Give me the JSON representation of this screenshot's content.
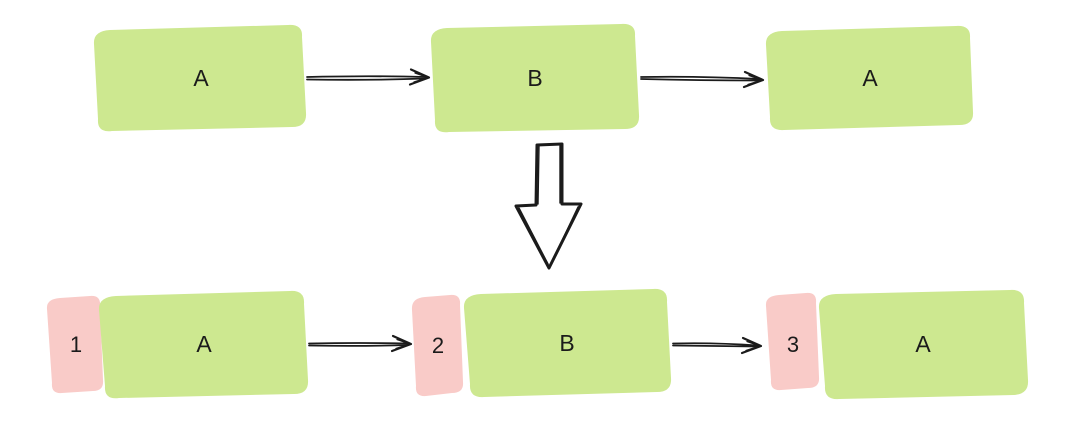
{
  "diagram": {
    "colors": {
      "node_fill": "#cde890",
      "marker_fill": "#f9cbc8",
      "stroke": "#1b1b1b",
      "label_color": "#1b1b1b",
      "background": "#ffffff"
    },
    "top_row": {
      "nodes": [
        {
          "label": "A"
        },
        {
          "label": "B"
        },
        {
          "label": "A"
        }
      ]
    },
    "bottom_row": {
      "nodes": [
        {
          "marker": "1",
          "label": "A"
        },
        {
          "marker": "2",
          "label": "B"
        },
        {
          "marker": "3",
          "label": "A"
        }
      ]
    }
  }
}
